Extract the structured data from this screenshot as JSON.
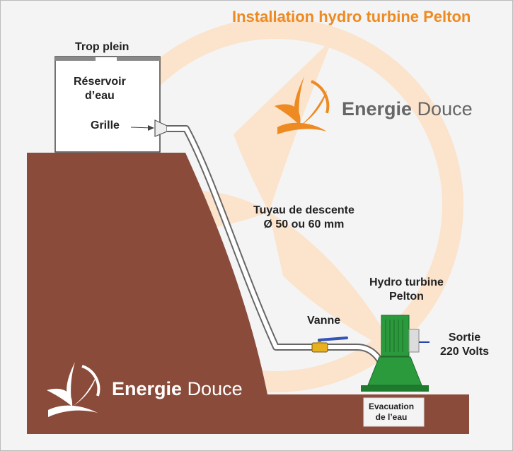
{
  "title": "Installation hydro turbine Pelton",
  "brand": {
    "word1": "Energie",
    "word2": "Douce"
  },
  "labels": {
    "overflow": "Trop plein",
    "reservoir_line1": "Réservoir",
    "reservoir_line2": "d’eau",
    "grille": "Grille",
    "pipe_line1": "Tuyau de descente",
    "pipe_line2": "Ø 50 ou 60 mm",
    "valve": "Vanne",
    "turbine_line1": "Hydro turbine",
    "turbine_line2": "Pelton",
    "output_line1": "Sortie",
    "output_line2": "220 Volts",
    "drain_line1": "Evacuation",
    "drain_line2": "de l’eau"
  },
  "colors": {
    "ground": "#8a4b3a",
    "accent": "#ee8a22",
    "turbine": "#2a9a3c",
    "watermark": "#fbe3cc"
  }
}
